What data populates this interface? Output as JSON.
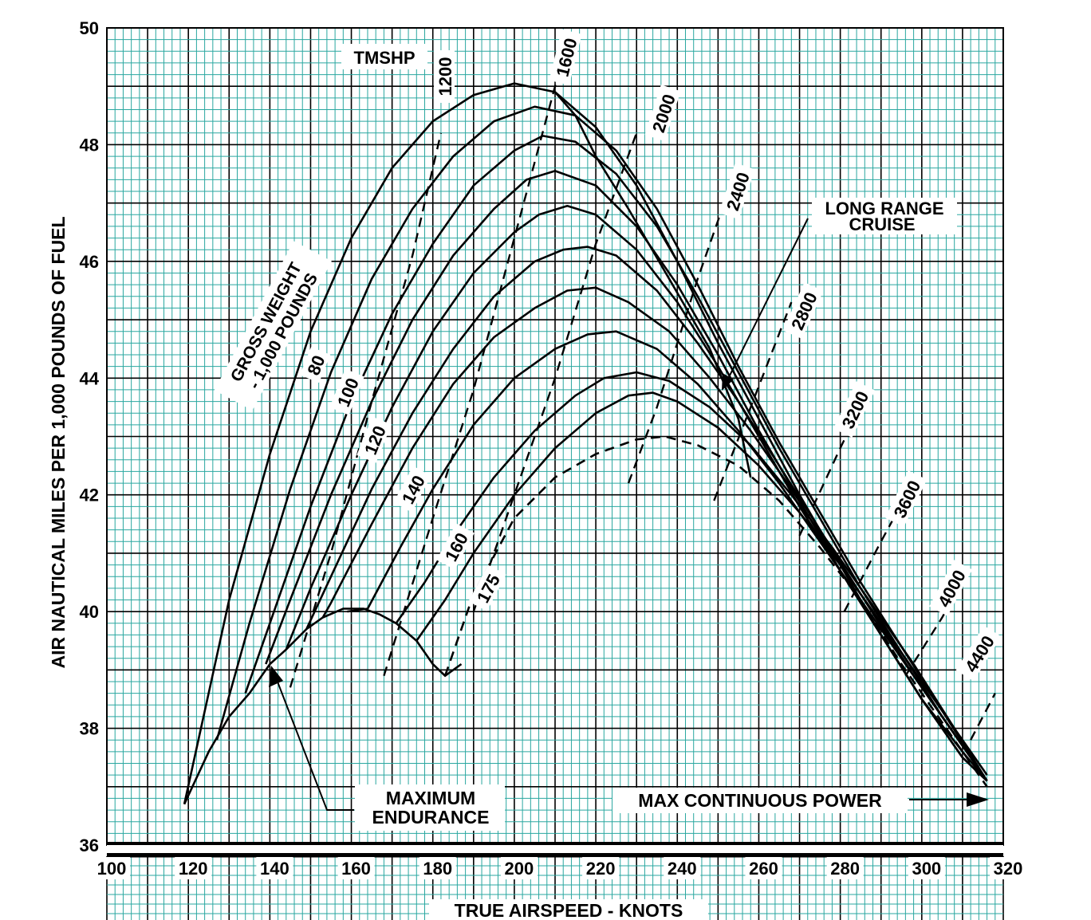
{
  "chart_data": {
    "type": "line",
    "xlabel": "TRUE AIRSPEED  - KNOTS",
    "ylabel": "AIR NAUTICAL MILES PER 1,000 POUNDS OF FUEL",
    "xlim": [
      100,
      320
    ],
    "ylim": [
      36,
      50
    ],
    "xticks": [
      "100",
      "120",
      "140",
      "160",
      "180",
      "200",
      "220",
      "240",
      "260",
      "280",
      "300",
      "320"
    ],
    "yticks": [
      "36",
      "38",
      "40",
      "42",
      "44",
      "46",
      "48",
      "50"
    ],
    "grid": true,
    "colors": {
      "background": "#ffffff",
      "grid_minor": "#2aa7a0",
      "grid_major": "#000000",
      "ink": "#000000"
    },
    "weight_legend": {
      "title_line1": "GROSS WEIGHT",
      "title_line2": "- 1,000 POUNDS"
    },
    "power_legend": {
      "title": "TMSHP"
    },
    "weight_curves": [
      {
        "label": "80",
        "points": [
          [
            119,
            36.7
          ],
          [
            130,
            40.2
          ],
          [
            140,
            42.7
          ],
          [
            150,
            44.8
          ],
          [
            160,
            46.4
          ],
          [
            170,
            47.6
          ],
          [
            180,
            48.4
          ],
          [
            190,
            48.85
          ],
          [
            200,
            49.05
          ],
          [
            210,
            48.9
          ],
          [
            220,
            48.3
          ],
          [
            230,
            47.3
          ],
          [
            240,
            46.0
          ],
          [
            250,
            44.6
          ],
          [
            260,
            43.3
          ],
          [
            270,
            42.0
          ],
          [
            280,
            40.8
          ],
          [
            290,
            39.6
          ],
          [
            300,
            38.5
          ],
          [
            310,
            37.6
          ],
          [
            316,
            37.1
          ]
        ]
      },
      {
        "label": "100",
        "points": [
          [
            127,
            37.8
          ],
          [
            135,
            39.8
          ],
          [
            145,
            42.1
          ],
          [
            155,
            44.1
          ],
          [
            165,
            45.7
          ],
          [
            175,
            46.9
          ],
          [
            185,
            47.8
          ],
          [
            195,
            48.4
          ],
          [
            205,
            48.65
          ],
          [
            215,
            48.5
          ],
          [
            225,
            47.9
          ],
          [
            235,
            46.9
          ],
          [
            245,
            45.6
          ],
          [
            255,
            44.2
          ],
          [
            265,
            42.9
          ],
          [
            275,
            41.7
          ],
          [
            285,
            40.5
          ],
          [
            295,
            39.4
          ],
          [
            305,
            38.3
          ],
          [
            316,
            37.1
          ]
        ]
      },
      {
        "label": "120",
        "points": [
          [
            134,
            38.6
          ],
          [
            140,
            39.8
          ],
          [
            150,
            41.8
          ],
          [
            160,
            43.6
          ],
          [
            170,
            45.1
          ],
          [
            180,
            46.3
          ],
          [
            190,
            47.3
          ],
          [
            200,
            47.9
          ],
          [
            207,
            48.15
          ],
          [
            215,
            48.05
          ],
          [
            225,
            47.5
          ],
          [
            235,
            46.6
          ],
          [
            245,
            45.4
          ],
          [
            255,
            44.1
          ],
          [
            265,
            42.8
          ],
          [
            275,
            41.6
          ],
          [
            285,
            40.4
          ],
          [
            295,
            39.3
          ],
          [
            305,
            38.2
          ],
          [
            316,
            37.1
          ]
        ]
      },
      {
        "label": "",
        "points": [
          [
            139,
            39.1
          ],
          [
            145,
            40.2
          ],
          [
            155,
            42.0
          ],
          [
            165,
            43.6
          ],
          [
            175,
            45.0
          ],
          [
            185,
            46.1
          ],
          [
            195,
            46.9
          ],
          [
            203,
            47.4
          ],
          [
            210,
            47.55
          ],
          [
            220,
            47.3
          ],
          [
            230,
            46.6
          ],
          [
            240,
            45.6
          ],
          [
            250,
            44.4
          ],
          [
            260,
            43.1
          ],
          [
            270,
            41.9
          ],
          [
            280,
            40.7
          ],
          [
            290,
            39.6
          ],
          [
            300,
            38.5
          ],
          [
            310,
            37.5
          ],
          [
            316,
            37.1
          ]
        ]
      },
      {
        "label": "",
        "points": [
          [
            144,
            39.35
          ],
          [
            150,
            40.4
          ],
          [
            160,
            42.0
          ],
          [
            170,
            43.5
          ],
          [
            180,
            44.8
          ],
          [
            190,
            45.8
          ],
          [
            200,
            46.5
          ],
          [
            206,
            46.8
          ],
          [
            213,
            46.95
          ],
          [
            220,
            46.8
          ],
          [
            230,
            46.2
          ],
          [
            240,
            45.3
          ],
          [
            250,
            44.2
          ],
          [
            260,
            43.0
          ],
          [
            270,
            41.8
          ],
          [
            280,
            40.7
          ],
          [
            290,
            39.6
          ],
          [
            300,
            38.5
          ],
          [
            310,
            37.5
          ],
          [
            316,
            37.1
          ]
        ]
      },
      {
        "label": "140",
        "points": [
          [
            149,
            39.7
          ],
          [
            155,
            40.6
          ],
          [
            165,
            42.1
          ],
          [
            175,
            43.4
          ],
          [
            185,
            44.5
          ],
          [
            195,
            45.4
          ],
          [
            205,
            46.0
          ],
          [
            212,
            46.2
          ],
          [
            218,
            46.25
          ],
          [
            225,
            46.1
          ],
          [
            235,
            45.5
          ],
          [
            245,
            44.6
          ],
          [
            255,
            43.6
          ],
          [
            265,
            42.5
          ],
          [
            275,
            41.4
          ],
          [
            285,
            40.3
          ],
          [
            295,
            39.2
          ],
          [
            305,
            38.2
          ],
          [
            316,
            37.1
          ]
        ]
      },
      {
        "label": "",
        "points": [
          [
            153,
            39.9
          ],
          [
            155,
            40.15
          ],
          [
            165,
            41.5
          ],
          [
            175,
            42.8
          ],
          [
            185,
            43.9
          ],
          [
            195,
            44.7
          ],
          [
            205,
            45.2
          ],
          [
            213,
            45.5
          ],
          [
            220,
            45.55
          ],
          [
            228,
            45.3
          ],
          [
            238,
            44.8
          ],
          [
            248,
            44.0
          ],
          [
            258,
            43.1
          ],
          [
            268,
            42.1
          ],
          [
            278,
            41.0
          ],
          [
            288,
            40.0
          ],
          [
            298,
            38.9
          ],
          [
            308,
            37.9
          ],
          [
            316,
            37.1
          ]
        ]
      },
      {
        "label": "160",
        "points": [
          [
            159,
            40.0
          ],
          [
            164,
            40.05
          ],
          [
            172,
            41.1
          ],
          [
            180,
            42.1
          ],
          [
            190,
            43.2
          ],
          [
            200,
            44.0
          ],
          [
            210,
            44.5
          ],
          [
            218,
            44.75
          ],
          [
            225,
            44.8
          ],
          [
            235,
            44.5
          ],
          [
            245,
            43.9
          ],
          [
            255,
            43.1
          ],
          [
            265,
            42.2
          ],
          [
            275,
            41.2
          ],
          [
            285,
            40.2
          ],
          [
            295,
            39.2
          ],
          [
            305,
            38.2
          ],
          [
            316,
            37.1
          ]
        ]
      },
      {
        "label": "",
        "points": [
          [
            171,
            39.8
          ],
          [
            178,
            40.5
          ],
          [
            185,
            41.3
          ],
          [
            195,
            42.3
          ],
          [
            205,
            43.1
          ],
          [
            215,
            43.7
          ],
          [
            222,
            44.0
          ],
          [
            230,
            44.1
          ],
          [
            238,
            43.95
          ],
          [
            248,
            43.5
          ],
          [
            258,
            42.85
          ],
          [
            268,
            42.0
          ],
          [
            278,
            41.1
          ],
          [
            288,
            40.1
          ],
          [
            298,
            39.1
          ],
          [
            308,
            38.0
          ],
          [
            316,
            37.1
          ]
        ]
      },
      {
        "label": "",
        "points": [
          [
            176,
            39.5
          ],
          [
            183,
            40.2
          ],
          [
            190,
            41.0
          ],
          [
            200,
            42.0
          ],
          [
            210,
            42.8
          ],
          [
            220,
            43.4
          ],
          [
            228,
            43.7
          ],
          [
            234,
            43.75
          ],
          [
            240,
            43.6
          ],
          [
            250,
            43.15
          ],
          [
            260,
            42.5
          ],
          [
            270,
            41.7
          ],
          [
            280,
            40.8
          ],
          [
            290,
            39.8
          ],
          [
            300,
            38.8
          ],
          [
            310,
            37.8
          ],
          [
            316,
            37.2
          ]
        ]
      }
    ],
    "max_endurance": {
      "label": "MAXIMUM ENDURANCE",
      "points": [
        [
          119,
          36.7
        ],
        [
          125,
          37.6
        ],
        [
          130,
          38.2
        ],
        [
          135,
          38.6
        ],
        [
          140,
          39.1
        ],
        [
          144,
          39.35
        ],
        [
          149,
          39.7
        ],
        [
          153,
          39.9
        ],
        [
          158,
          40.05
        ],
        [
          163,
          40.05
        ],
        [
          167,
          39.95
        ],
        [
          171,
          39.8
        ],
        [
          176,
          39.5
        ],
        [
          180,
          39.1
        ],
        [
          183,
          38.9
        ],
        [
          187,
          39.1
        ]
      ]
    },
    "dashed_175": {
      "label": "175",
      "points": [
        [
          183,
          38.9
        ],
        [
          190,
          40.3
        ],
        [
          200,
          41.6
        ],
        [
          210,
          42.3
        ],
        [
          220,
          42.7
        ],
        [
          230,
          42.95
        ],
        [
          237,
          43.0
        ],
        [
          245,
          42.85
        ],
        [
          255,
          42.5
        ],
        [
          265,
          41.9
        ],
        [
          275,
          41.1
        ],
        [
          285,
          40.2
        ],
        [
          295,
          39.1
        ],
        [
          305,
          38.1
        ],
        [
          316,
          37.0
        ]
      ]
    },
    "long_range_cruise": {
      "label_line1": "LONG RANGE",
      "label_line2": "CRUISE",
      "points": [
        [
          210,
          48.9
        ],
        [
          215,
          48.5
        ],
        [
          220,
          47.8
        ],
        [
          228,
          46.9
        ],
        [
          238,
          45.7
        ],
        [
          248,
          44.5
        ],
        [
          255,
          43.3
        ],
        [
          258,
          42.3
        ]
      ]
    },
    "max_continuous_power": {
      "label": "MAX CONTINUOUS POWER",
      "points": [
        [
          316,
          37.1
        ],
        [
          316,
          37.05
        ]
      ]
    },
    "tmshp_lines": [
      {
        "label": "1200",
        "points": [
          [
            145,
            38.7
          ],
          [
            155,
            41.0
          ],
          [
            165,
            43.6
          ],
          [
            175,
            46.1
          ],
          [
            182,
            48.2
          ]
        ]
      },
      {
        "label": "1600",
        "points": [
          [
            168,
            38.9
          ],
          [
            180,
            41.6
          ],
          [
            190,
            43.8
          ],
          [
            200,
            46.4
          ],
          [
            210,
            49.0
          ],
          [
            212,
            49.5
          ]
        ]
      },
      {
        "label": "2000",
        "points": [
          [
            190,
            40.0
          ],
          [
            200,
            42.0
          ],
          [
            210,
            44.0
          ],
          [
            220,
            46.3
          ],
          [
            230,
            48.2
          ]
        ]
      },
      {
        "label": "2400",
        "points": [
          [
            228,
            42.2
          ],
          [
            235,
            43.5
          ],
          [
            245,
            45.7
          ],
          [
            253,
            47.3
          ]
        ]
      },
      {
        "label": "2800",
        "points": [
          [
            249,
            41.9
          ],
          [
            258,
            43.5
          ],
          [
            268,
            45.3
          ]
        ]
      },
      {
        "label": "3200",
        "points": [
          [
            270,
            41.3
          ],
          [
            280,
            42.8
          ],
          [
            287,
            43.8
          ]
        ]
      },
      {
        "label": "3600",
        "points": [
          [
            281,
            40.0
          ],
          [
            290,
            41.2
          ],
          [
            297,
            42.1
          ]
        ]
      },
      {
        "label": "4000",
        "points": [
          [
            296,
            38.9
          ],
          [
            305,
            39.9
          ],
          [
            309,
            40.4
          ]
        ]
      },
      {
        "label": "4400",
        "points": [
          [
            312,
            37.8
          ],
          [
            318,
            38.6
          ]
        ]
      }
    ]
  }
}
